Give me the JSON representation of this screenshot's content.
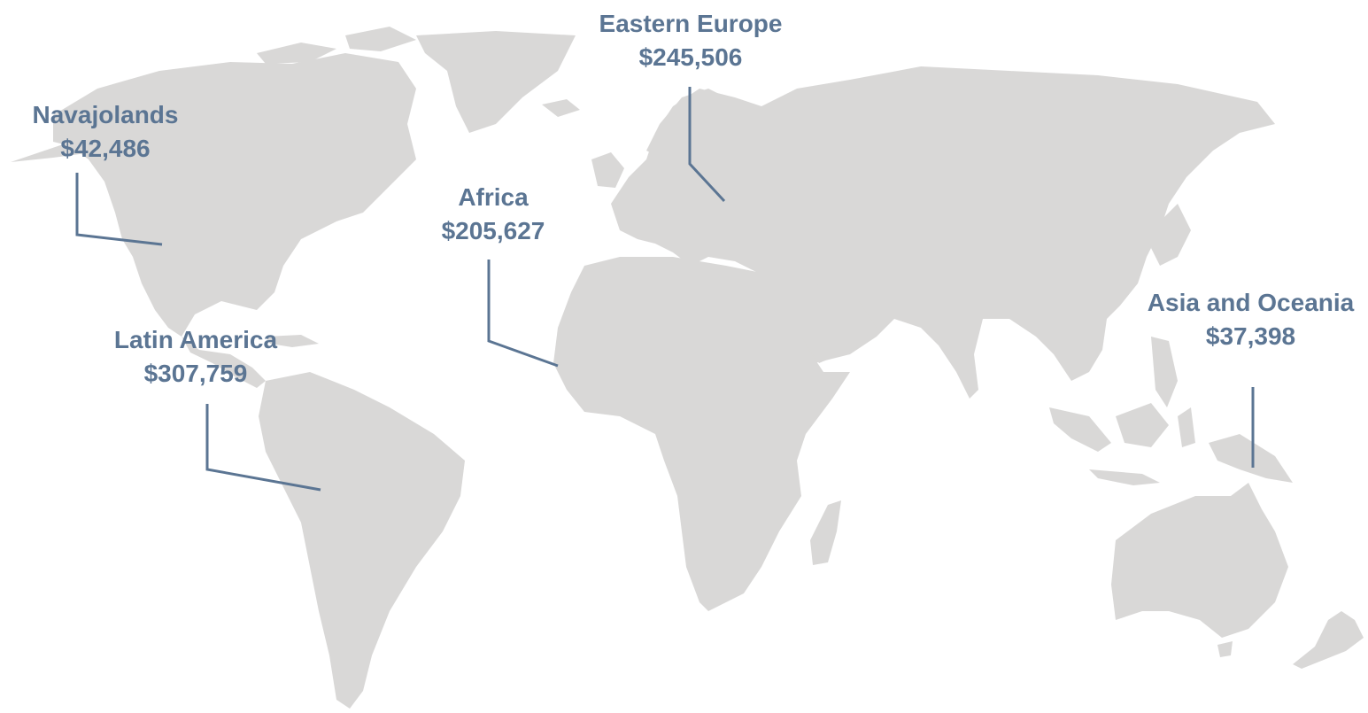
{
  "colors": {
    "label": "#5b7593",
    "land": "#d9d8d7",
    "background": "#ffffff"
  },
  "regions": [
    {
      "id": "navajolands",
      "name": "Navajolands",
      "value": "$42,486"
    },
    {
      "id": "eastern-europe",
      "name": "Eastern Europe",
      "value": "$245,506"
    },
    {
      "id": "africa",
      "name": "Africa",
      "value": "$205,627"
    },
    {
      "id": "latin-america",
      "name": "Latin America",
      "value": "$307,759"
    },
    {
      "id": "asia-oceania",
      "name": "Asia and Oceania",
      "value": "$37,398"
    }
  ]
}
